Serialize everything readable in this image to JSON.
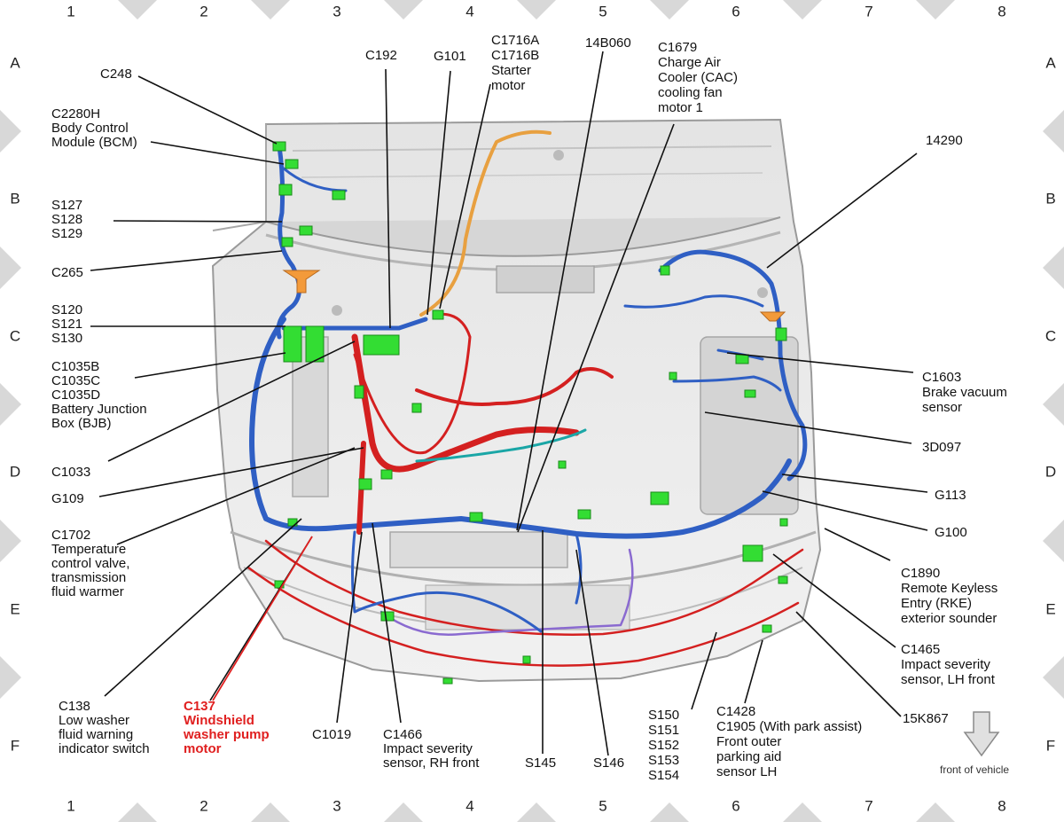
{
  "grid": {
    "columns": [
      "1",
      "2",
      "3",
      "4",
      "5",
      "6",
      "7",
      "8"
    ],
    "rows": [
      "A",
      "B",
      "C",
      "D",
      "E",
      "F"
    ]
  },
  "colors": {
    "harness_blue": "#2f5fc4",
    "harness_red": "#d42020",
    "harness_teal": "#1aa6a6",
    "harness_orange": "#e8a040",
    "harness_purple": "#8a6ad0",
    "connector_green": "#33dd33",
    "highlight_label": "#e02020"
  },
  "labels": {
    "c248": [
      "C248"
    ],
    "c2280h": [
      "C2280H",
      "Body Control",
      "Module (BCM)"
    ],
    "s127": [
      "S127",
      "S128",
      "S129"
    ],
    "c265": [
      "C265"
    ],
    "s120": [
      "S120",
      "S121",
      "S130"
    ],
    "c1035": [
      "C1035B",
      "C1035C",
      "C1035D",
      "Battery Junction",
      "Box (BJB)"
    ],
    "c1033": [
      "C1033"
    ],
    "g109": [
      "G109"
    ],
    "c1702": [
      "C1702",
      "Temperature",
      "control valve,",
      "transmission",
      "fluid warmer"
    ],
    "c138": [
      "C138",
      "Low washer",
      "fluid warning",
      "indicator switch"
    ],
    "c137": [
      "C137",
      "Windshield",
      "washer pump",
      "motor"
    ],
    "c1019": [
      "C1019"
    ],
    "c1466": [
      "C1466",
      "Impact severity",
      "sensor, RH front"
    ],
    "s145": [
      "S145"
    ],
    "s146": [
      "S146"
    ],
    "s150": [
      "S150",
      "S151",
      "S152",
      "S153",
      "S154"
    ],
    "c1428": [
      "C1428",
      "C1905  (With park assist)",
      "Front outer",
      "parking aid",
      "sensor LH"
    ],
    "k15k867": [
      "15K867"
    ],
    "c1465": [
      "C1465",
      "Impact severity",
      "sensor, LH front"
    ],
    "c1890": [
      "C1890",
      "Remote Keyless",
      "Entry (RKE)",
      "exterior sounder"
    ],
    "g100": [
      "G100"
    ],
    "g113": [
      "G113"
    ],
    "d3d097": [
      "3D097"
    ],
    "c1603": [
      "C1603",
      "Brake vacuum",
      "sensor"
    ],
    "k14290": [
      "14290"
    ],
    "c1679": [
      "C1679",
      "Charge Air",
      "Cooler (CAC)",
      "cooling fan",
      "motor 1"
    ],
    "b14b060": [
      "14B060"
    ],
    "c1716": [
      "C1716A",
      "C1716B",
      "Starter",
      "motor"
    ],
    "g101": [
      "G101"
    ],
    "c192": [
      "C192"
    ]
  },
  "legend": {
    "arrow_icon": "down-arrow-icon",
    "front_label": "front of vehicle"
  }
}
